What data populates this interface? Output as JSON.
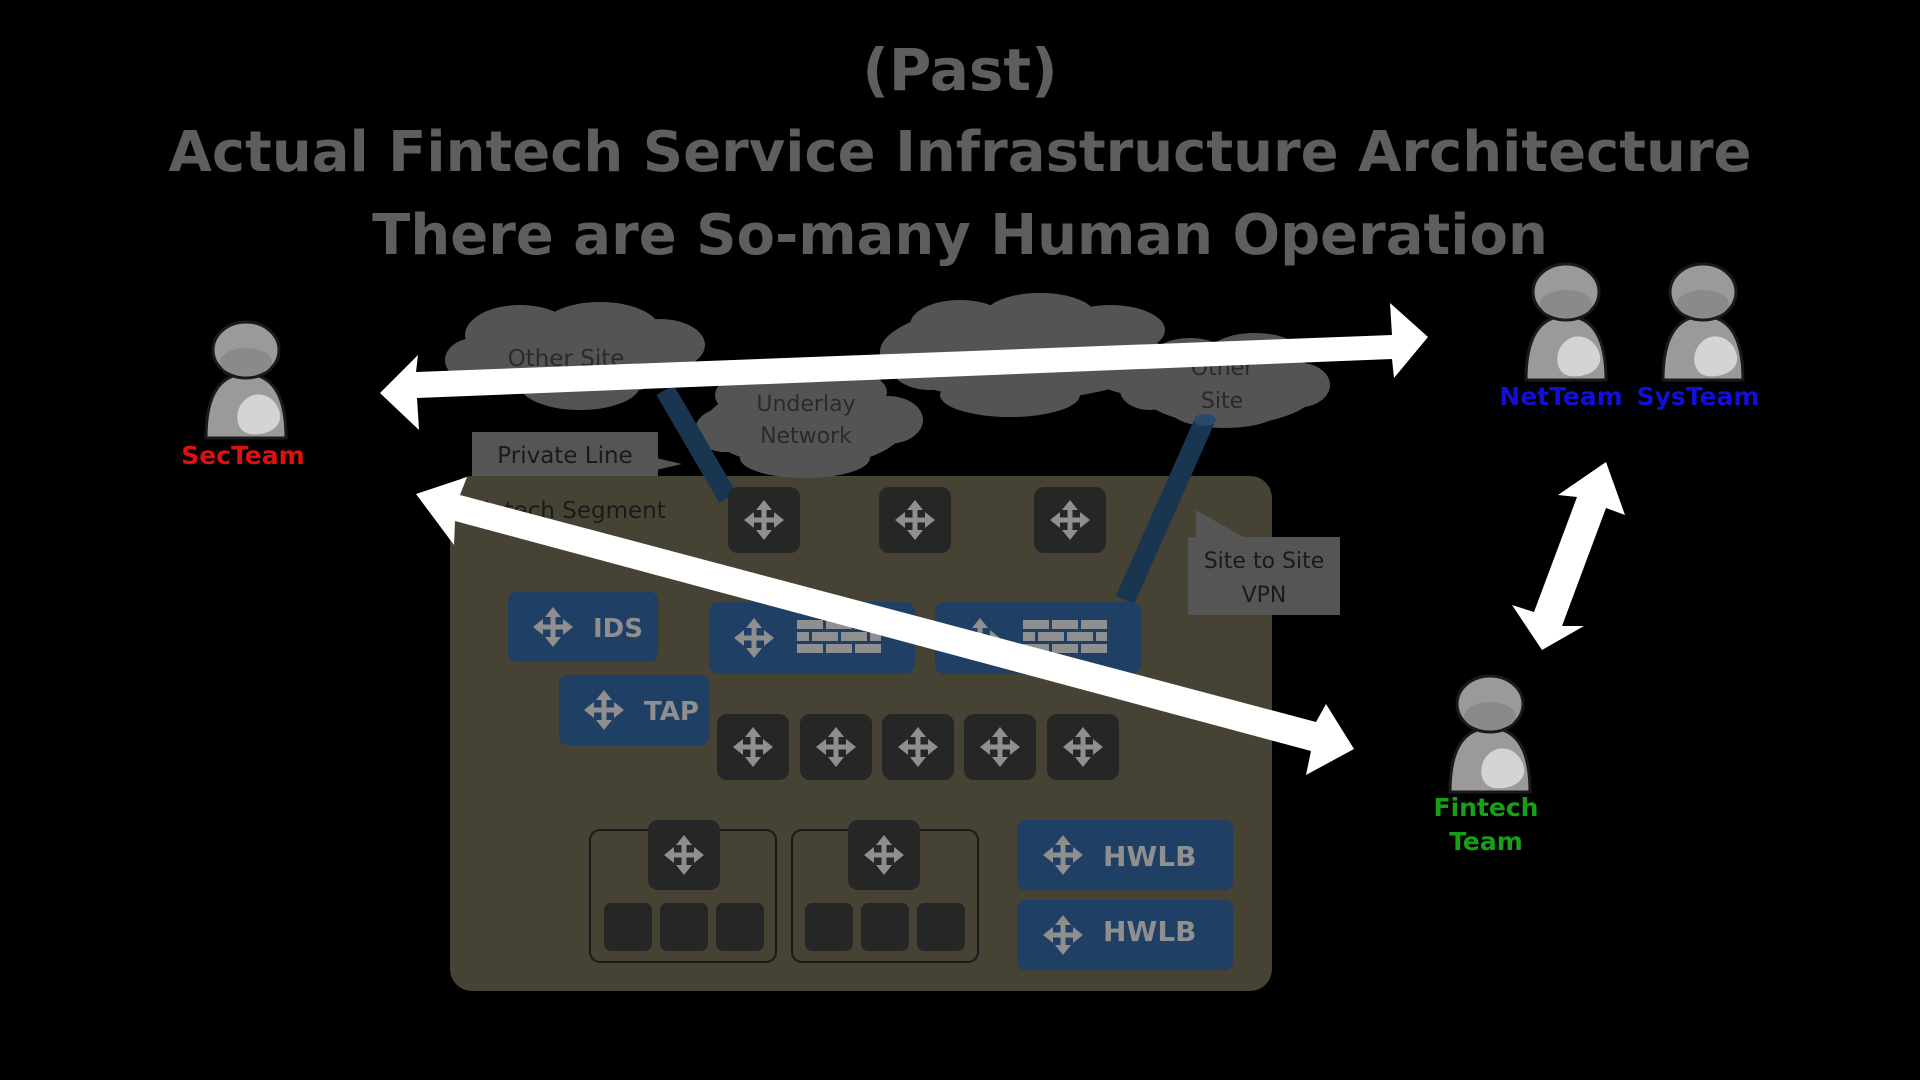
{
  "title": {
    "line1": "(Past)",
    "line2": "Actual Fintech Service Infrastructure Architecture",
    "line3": "There are So-many Human Operation"
  },
  "clouds": {
    "other_site_left": "Other Site",
    "underlay_line1": "Underlay",
    "underlay_line2": "Network",
    "other_site_right_line1": "Other",
    "other_site_right_line2": "Site"
  },
  "callouts": {
    "private_line": "Private Line",
    "vpn_line1": "Site to Site",
    "vpn_line2": "VPN"
  },
  "segment": {
    "label": "Fintech Segment"
  },
  "devices": {
    "ids": "IDS",
    "tap": "TAP",
    "hwlb1": "HWLB",
    "hwlb2": "HWLB"
  },
  "teams": {
    "sec": "SecTeam",
    "net": "NetTeam",
    "sys": "SysTeam",
    "fintech_line1": "Fintech",
    "fintech_line2": "Team"
  },
  "colors": {
    "background": "#000000",
    "title": "#5e5e5e",
    "segment": "#464335",
    "device_blue": "#1f3f64",
    "device_dark": "#262626",
    "cloud": "#545454",
    "callout": "#555555",
    "sec_team": "#e01010",
    "net_team": "#1010d8",
    "sys_team": "#1010d8",
    "fintech_team": "#16a016",
    "arrow": "#ffffff"
  },
  "icons": {
    "router": "move-arrows-icon",
    "firewall": "brick-wall-icon",
    "person": "user-icon"
  }
}
